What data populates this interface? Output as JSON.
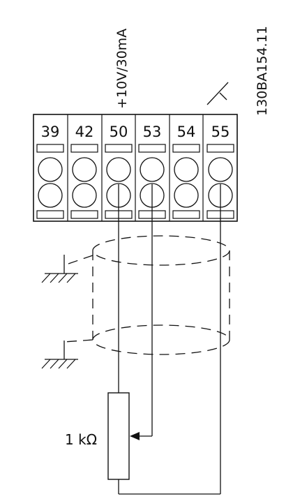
{
  "figure_code": "130BA154.11",
  "supply_label": "+10V/30mA",
  "resistor_label": "1 kΩ",
  "terminals": [
    {
      "number": "39"
    },
    {
      "number": "42"
    },
    {
      "number": "50"
    },
    {
      "number": "53"
    },
    {
      "number": "54"
    },
    {
      "number": "55"
    }
  ],
  "colors": {
    "line": "#111111",
    "background": "#ffffff"
  }
}
